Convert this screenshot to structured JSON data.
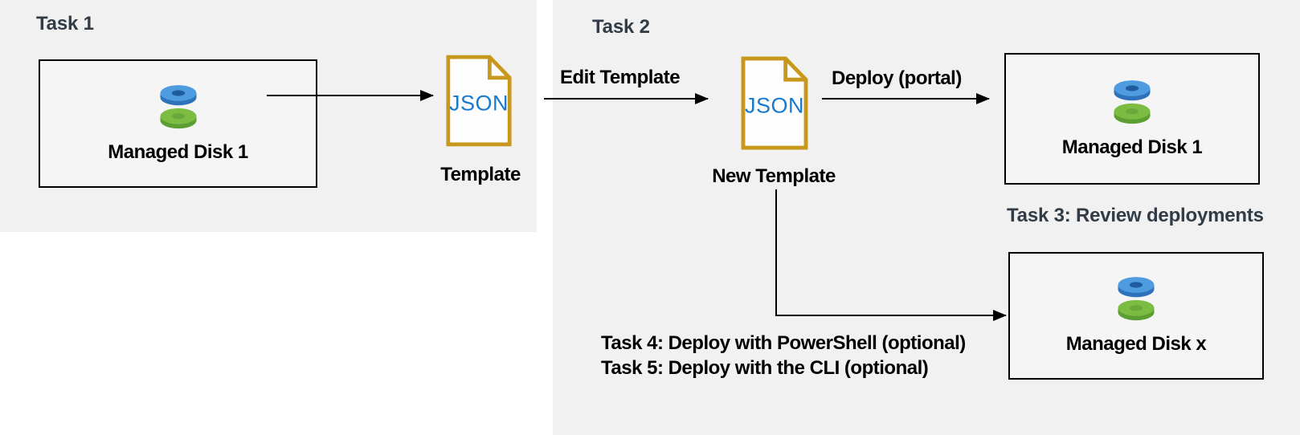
{
  "diagram": {
    "task1": {
      "heading": "Task 1",
      "disk_box": {
        "label": "Managed Disk 1"
      },
      "template": {
        "file_label": "JSON",
        "caption": "Template"
      }
    },
    "task2": {
      "heading": "Task 2",
      "edit_arrow_label": "Edit Template",
      "new_template": {
        "file_label": "JSON",
        "caption": "New Template"
      },
      "deploy_arrow_label": "Deploy (portal)",
      "deployed_disk_box": {
        "label": "Managed Disk 1"
      },
      "diskx_box": {
        "label": "Managed Disk x"
      }
    },
    "annotations": {
      "task3": "Task 3: Review deployments",
      "task4": "Task 4: Deploy with PowerShell (optional)",
      "task5": "Task 5: Deploy with the CLI (optional)"
    },
    "colors": {
      "panel_bg": "#f1f1f1",
      "heading_text": "#323c46",
      "label_text": "#000000",
      "json_outline": "#c8981d",
      "json_text": "#1879ce",
      "disk_blue_top": "#4f9bdf",
      "disk_blue_side": "#2e72bb",
      "disk_blue_hole": "#1e5c9e",
      "disk_green_top": "#7cbc43",
      "disk_green_side": "#5b9e31",
      "disk_green_hole": "#67a93b",
      "arrow": "#000000"
    }
  }
}
